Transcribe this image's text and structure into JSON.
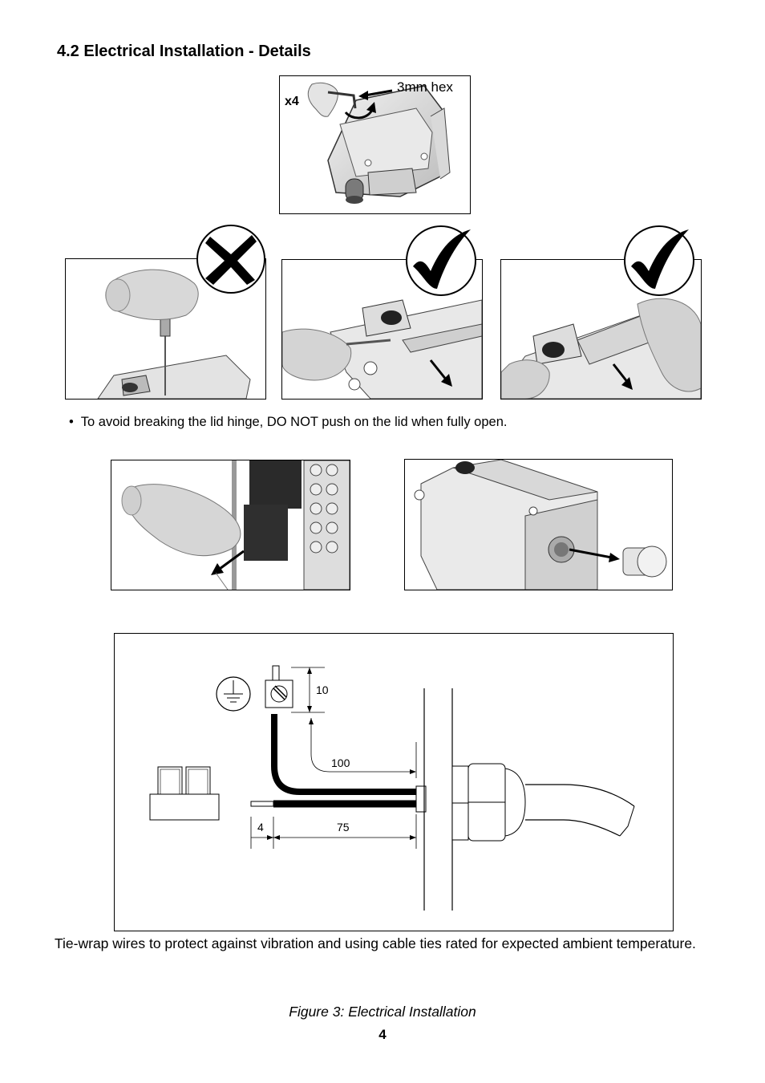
{
  "section": {
    "heading": "4.2 Electrical Installation - Details"
  },
  "top_figure": {
    "tool_label": "3mm hex",
    "count_label": "x4"
  },
  "steps": [
    {
      "mark": "cross-icon"
    },
    {
      "mark": "check-icon"
    },
    {
      "mark": "check-icon"
    }
  ],
  "note": {
    "bullet": "•",
    "text": "To avoid breaking the lid hinge, DO NOT push on the lid when fully open."
  },
  "wiring_diagram": {
    "dimensions": {
      "strip_top": "10",
      "bend_length": "100",
      "strip_end": "4",
      "jacket_length": "75"
    }
  },
  "instruction": "Tie-wrap wires to protect against vibration and using cable ties rated for expected ambient temperature.",
  "figure": {
    "caption": "Figure 3: Electrical Installation"
  },
  "page": {
    "number": "4"
  }
}
